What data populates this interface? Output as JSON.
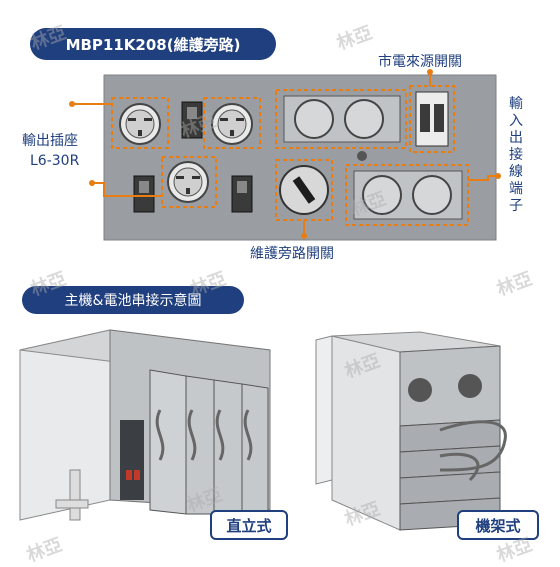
{
  "header": {
    "title": "MBP11K208(維護旁路)"
  },
  "section2": {
    "title": "主機&電池串接示意圖"
  },
  "labels": {
    "breaker": "市電來源開關",
    "output_socket": "輸出插座",
    "output_socket_model": "L6-30R",
    "input_terminal": [
      "輸",
      "入",
      "出",
      "接",
      "線",
      "端",
      "子"
    ],
    "bypass_switch": "維護旁路開關"
  },
  "captions": {
    "tower": "直立式",
    "rack": "機架式"
  },
  "watermark": "林亞",
  "colors": {
    "navy": "#1f3f7e",
    "accent": "#e87d13",
    "panel": "#9a9ea2"
  }
}
